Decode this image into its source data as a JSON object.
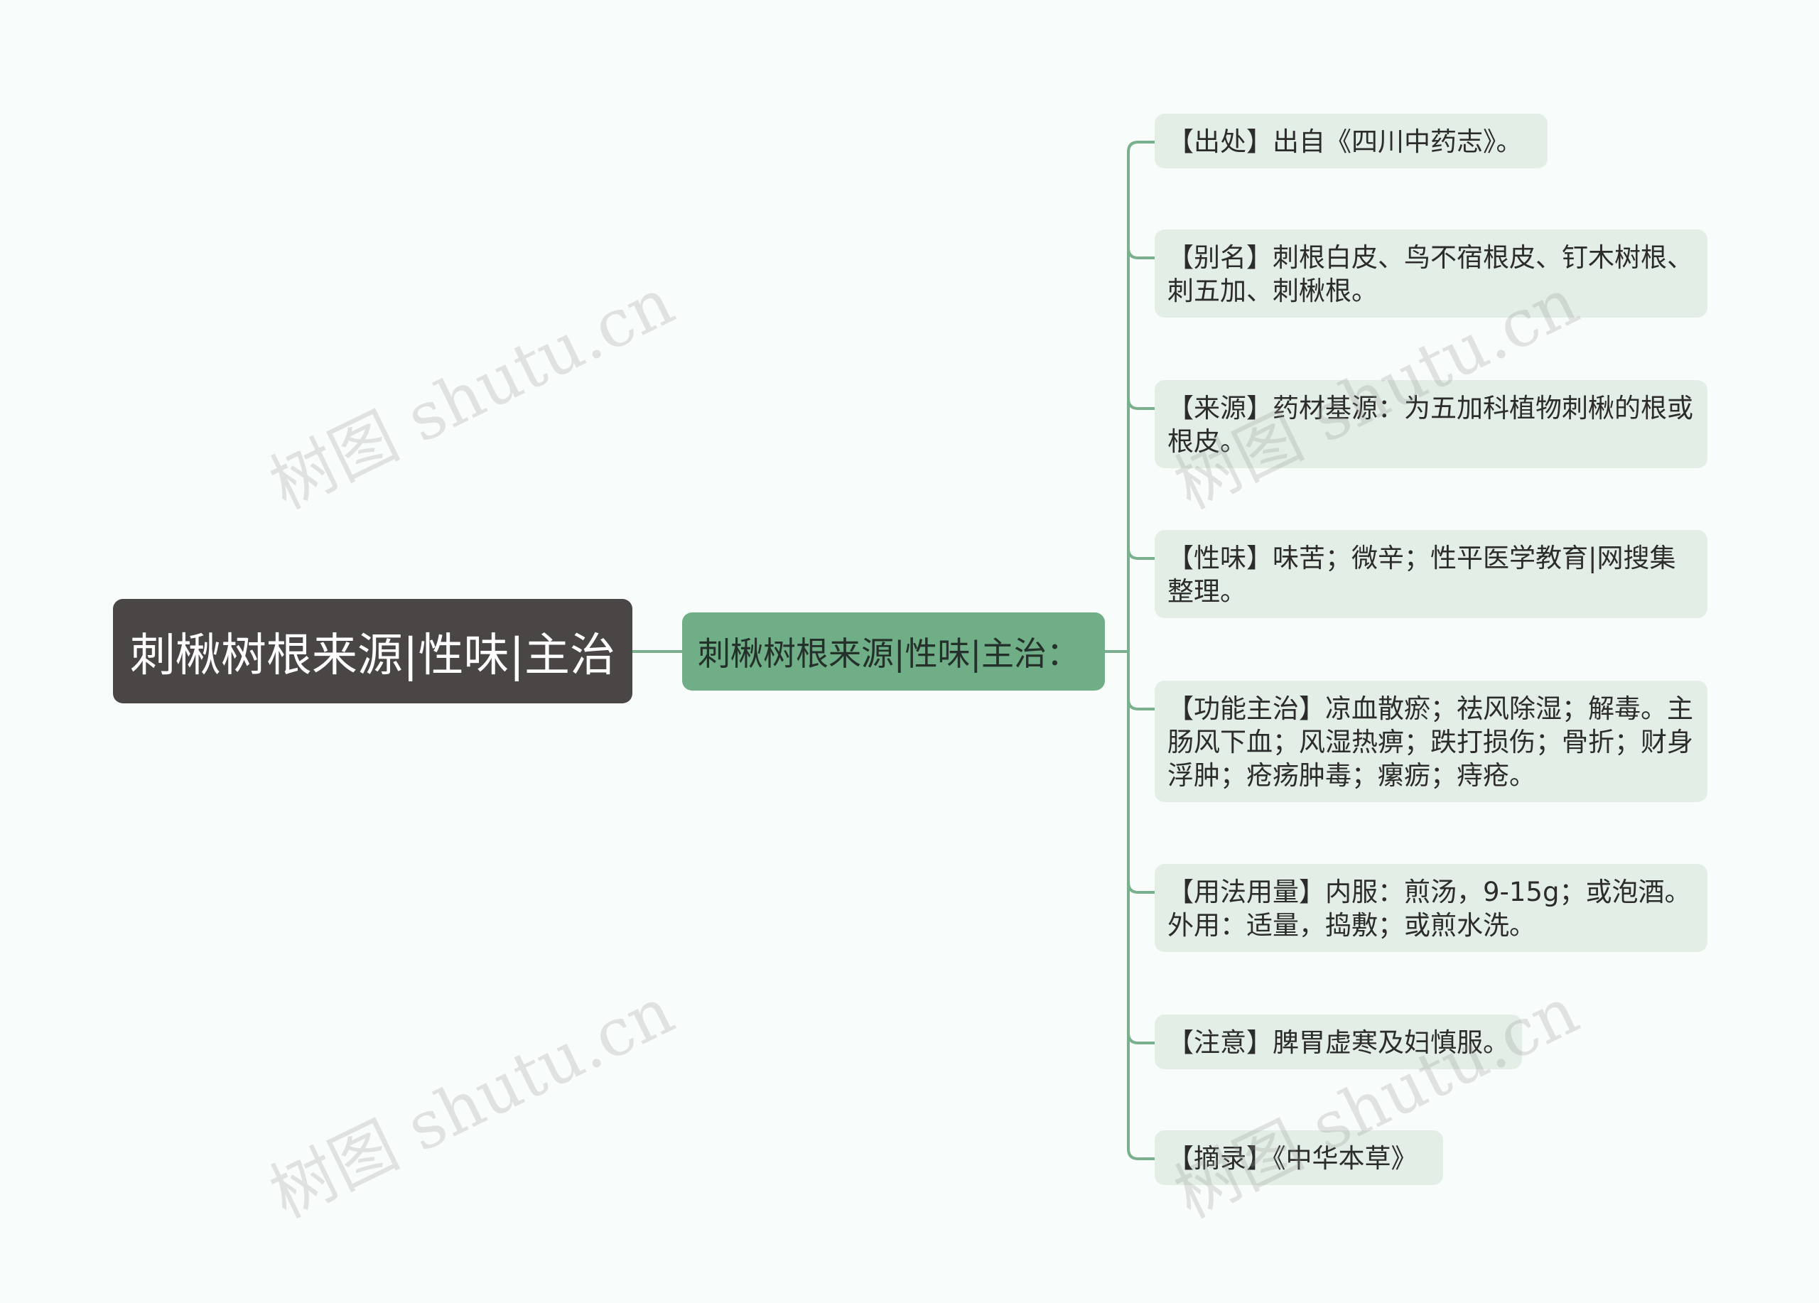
{
  "colors": {
    "background": "#f8fcfb",
    "root_fill": "#4a4646",
    "mid_fill": "#6fae86",
    "leaf_fill": "#e3eee6",
    "connector": "#7bb08e"
  },
  "root": {
    "label": "刺楸树根来源|性味|主治"
  },
  "branch": {
    "label": "刺楸树根来源|性味|主治："
  },
  "leaves": [
    {
      "lines": [
        "【出处】出自《四川中药志》。"
      ]
    },
    {
      "lines": [
        "【别名】刺根白皮、鸟不宿根皮、钉木树根、",
        "刺五加、刺楸根。"
      ]
    },
    {
      "lines": [
        "【来源】药材基源：为五加科植物刺楸的根或",
        "根皮。"
      ]
    },
    {
      "lines": [
        "【性味】味苦；微辛；性平医学教育|网搜集",
        "整理。"
      ]
    },
    {
      "lines": [
        "【功能主治】凉血散瘀；祛风除湿；解毒。主",
        "肠风下血；风湿热痹；跌打损伤；骨折；财身",
        "浮肿；疮疡肿毒；瘰疬；痔疮。"
      ]
    },
    {
      "lines": [
        "【用法用量】内服：煎汤，9-15g；或泡酒。",
        "外用：适量，捣敷；或煎水洗。"
      ]
    },
    {
      "lines": [
        "【注意】脾胃虚寒及妇慎服。"
      ]
    },
    {
      "lines": [
        "【摘录】《中华本草》"
      ]
    }
  ],
  "watermark": {
    "text": "树图 shutu.cn"
  }
}
